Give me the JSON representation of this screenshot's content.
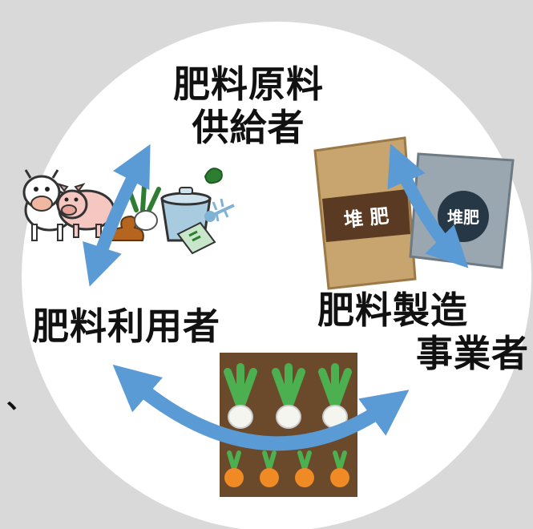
{
  "diagram": {
    "nodes": {
      "supplier": {
        "line1": "肥料原料",
        "line2": "供給者"
      },
      "maker": {
        "line1": "肥料製造",
        "line2": "事業者"
      },
      "user": {
        "line1": "肥料利用者"
      }
    },
    "bag_labels": {
      "large": "堆 肥",
      "small": "堆肥"
    },
    "stray_mark": "、",
    "colors": {
      "background": "#d9d9d9",
      "circle": "#ffffff",
      "arrow": "#5b9bd5",
      "field": "#6b4a2b",
      "bag_large": "#c8a46e",
      "bag_small": "#9aa6b0"
    },
    "icons": [
      "cow-icon",
      "pig-icon",
      "manure-icon",
      "vegetable-scraps-icon",
      "bucket-icon",
      "fish-bone-icon",
      "compost-bag-icon",
      "radish-field-icon"
    ]
  }
}
